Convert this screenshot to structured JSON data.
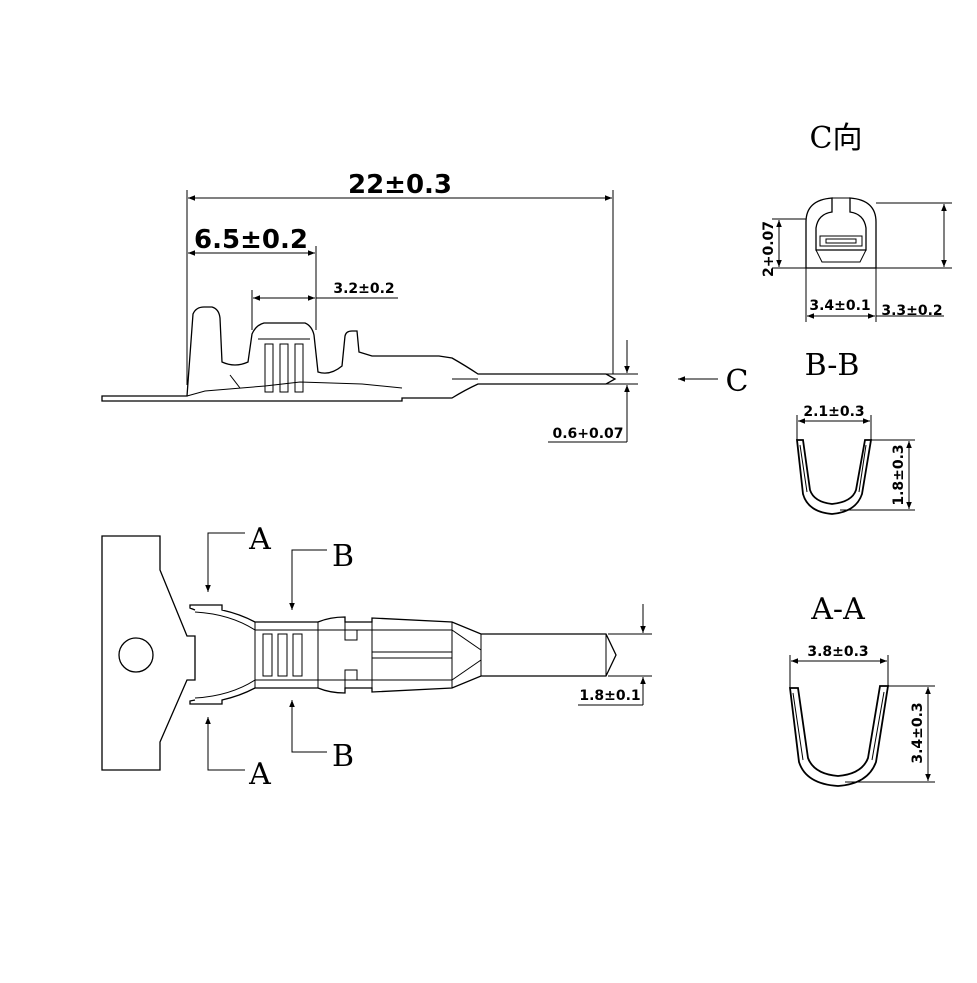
{
  "labels": {
    "dim_total_length": "22±0.3",
    "dim_crimp_length": "6.5±0.2",
    "dim_barrel_length": "3.2±0.2",
    "dim_pin_thickness": "0.6+0.07",
    "dim_pin_width": "1.8±0.1",
    "view_arrow_c": "C",
    "section_a_top": "A",
    "section_a_bottom": "A",
    "section_b_top": "B",
    "section_b_bottom": "B",
    "view_c_title": "C向",
    "view_c_height": "2+0.07",
    "view_c_width_left": "3.4±0.1",
    "view_c_width_right": "3.3±0.2",
    "section_bb_title": "B-B",
    "section_bb_width": "2.1±0.3",
    "section_bb_height": "1.8±0.3",
    "section_aa_title": "A-A",
    "section_aa_width": "3.8±0.3",
    "section_aa_height": "3.4±0.3"
  }
}
